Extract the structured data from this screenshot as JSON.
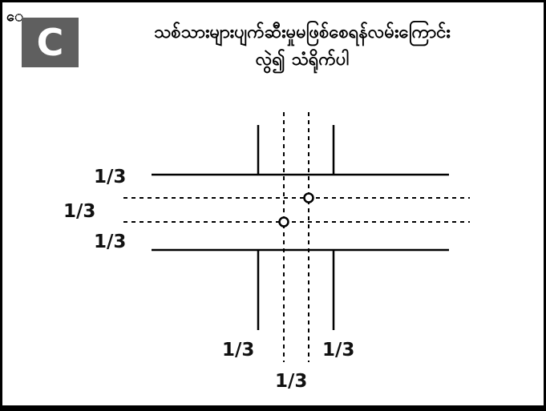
{
  "header": {
    "badge": "C",
    "title_line1": "သစ်သားများပျက်ဆီးမှုမဖြစ်စေရန်လမ်းကြောင်း",
    "title_line2": "လွဲ၍ သံရိုက်ပါ",
    "corner_mark": "ေ"
  },
  "labels": {
    "row_top": "1/3",
    "row_middle": "1/3",
    "row_bottom": "1/3",
    "col_left": "1/3",
    "col_right": "1/3",
    "col_center": "1/3"
  },
  "colors": {
    "badge_bg": "#5f5f5f",
    "line": "#000000"
  }
}
